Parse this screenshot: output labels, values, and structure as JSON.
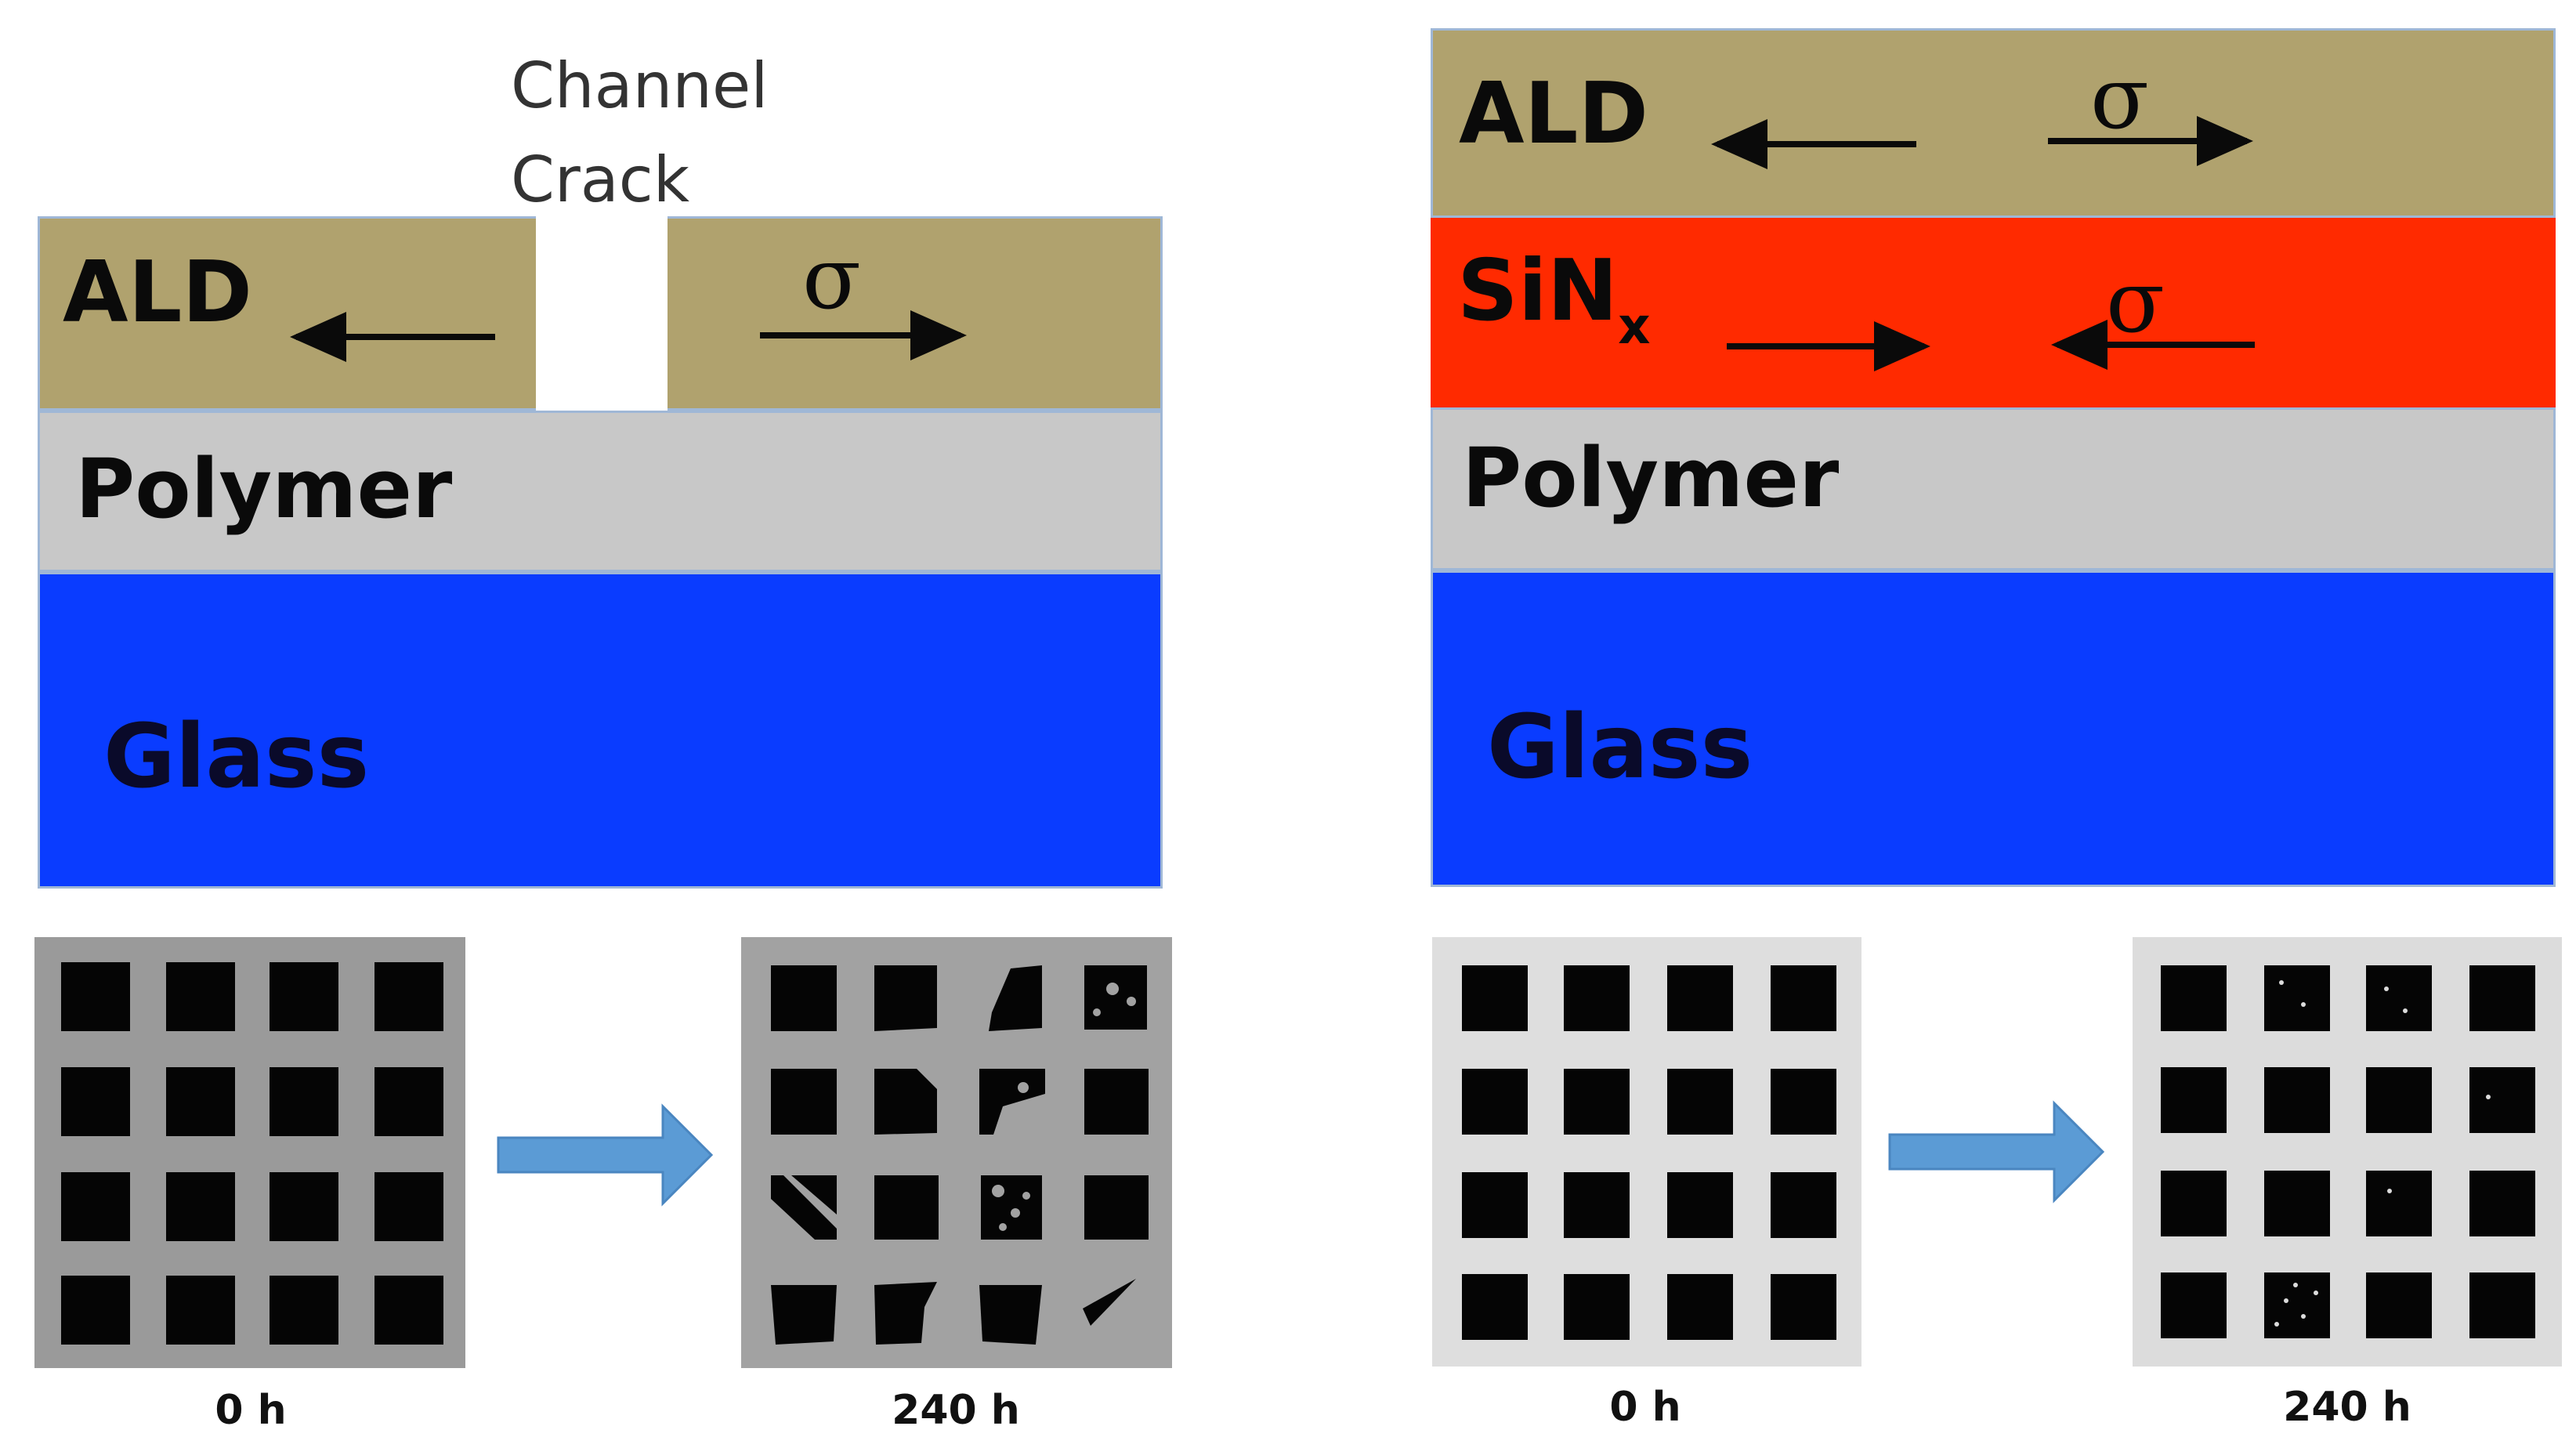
{
  "left_diagram": {
    "crack_label_line1": "Channel",
    "crack_label_line2": "Crack",
    "ald_label": "ALD",
    "sigma": "σ",
    "polymer_label": "Polymer",
    "glass_label": "Glass"
  },
  "right_diagram": {
    "ald_label": "ALD",
    "sigma_top": "σ",
    "sin_label": "SiN",
    "sin_subscript": "x",
    "sigma_mid": "σ",
    "polymer_label": "Polymer",
    "glass_label": "Glass"
  },
  "samples": {
    "left_before_time": "0 h",
    "left_after_time": "240 h",
    "right_before_time": "0 h",
    "right_after_time": "240 h"
  },
  "colors": {
    "ald": "#b0a26e",
    "sin": "#ff2a00",
    "polymer": "#c8c8c8",
    "glass": "#0a3cff",
    "arrow_block": "#5b9bd5"
  }
}
